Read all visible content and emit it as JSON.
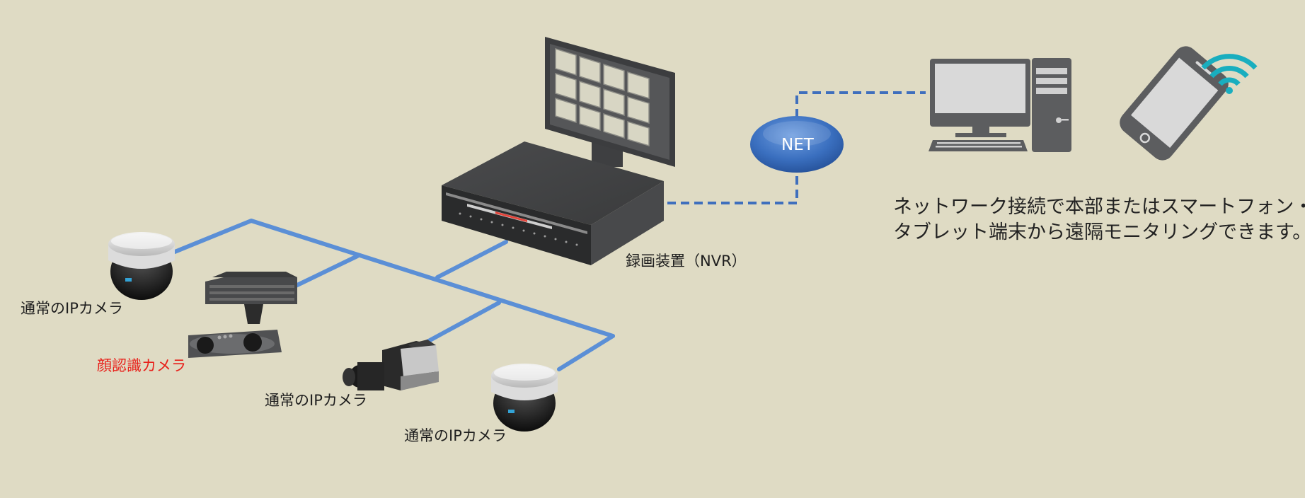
{
  "net_label": "NET",
  "nvr_label": "録画装置（NVR）",
  "remote_description": {
    "line1": "ネットワーク接続で本部またはスマートフォン・",
    "line2": "タブレット端末から遠隔モニタリングできます。"
  },
  "cameras": {
    "dome_left_label": "通常のIPカメラ",
    "face_recognition_label": "顔認識カメラ",
    "box_camera_label": "通常のIPカメラ",
    "dome_right_label": "通常のIPカメラ"
  },
  "colors": {
    "background": "#dfdbc4",
    "wired_link": "#5b8fd6",
    "network_dashed": "#3f6fbd",
    "net_bubble": "#3a6fbf",
    "device_gray": "#5f6062",
    "wifi": "#19aebf",
    "face_label": "#e8201a"
  },
  "icons": [
    "monitor-icon",
    "nvr-recorder-icon",
    "desktop-pc-icon",
    "smartphone-icon",
    "wifi-icon",
    "dome-camera-icon",
    "face-recognition-camera-icon",
    "box-camera-icon"
  ]
}
